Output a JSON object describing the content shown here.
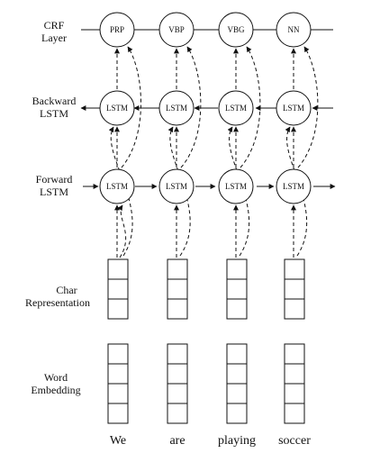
{
  "labels": {
    "crf_line1": "CRF",
    "crf_line2": "Layer",
    "backward_line1": "Backward",
    "backward_line2": "LSTM",
    "forward_line1": "Forward",
    "forward_line2": "LSTM",
    "char_line1": "Char",
    "char_line2": "Representation",
    "word_line1": "Word",
    "word_line2": "Embedding"
  },
  "crf_tags": [
    "PRP",
    "VBP",
    "VBG",
    "NN"
  ],
  "backward_nodes": [
    "LSTM",
    "LSTM",
    "LSTM",
    "LSTM"
  ],
  "forward_nodes": [
    "LSTM",
    "LSTM",
    "LSTM",
    "LSTM"
  ],
  "words": [
    "We",
    "are",
    "playing",
    "soccer"
  ]
}
